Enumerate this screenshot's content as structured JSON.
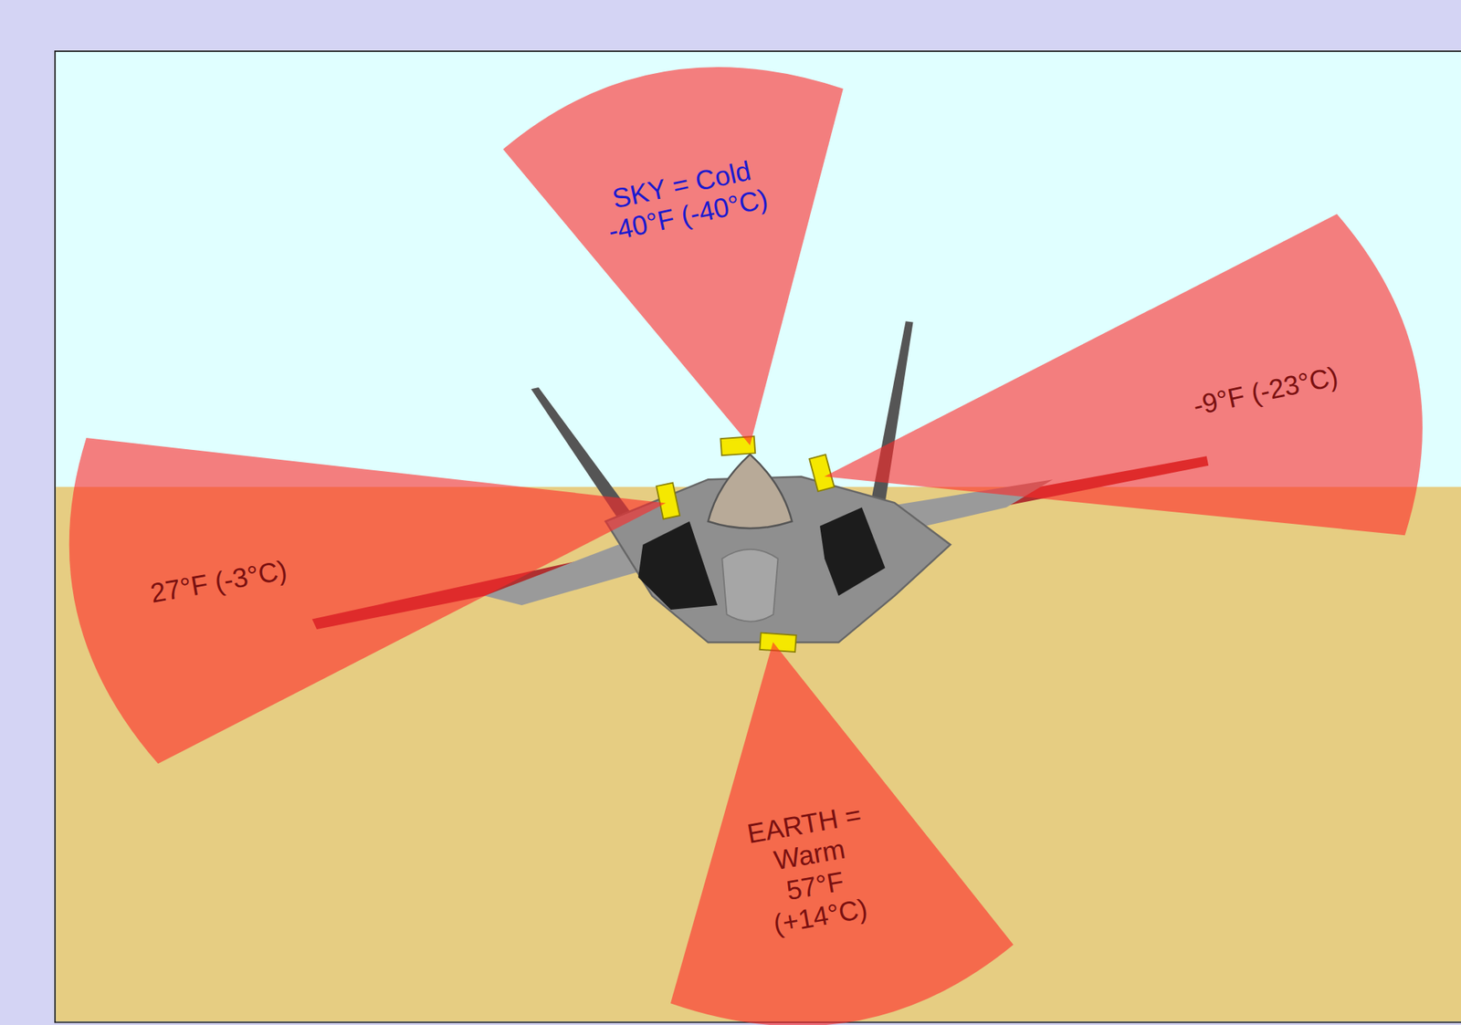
{
  "diagram": {
    "nodes": [
      {
        "text": [
          "SKY = Cold -40°F (-40°C)"
        ]
      },
      {
        "text": [
          "-9°F (-23°C)"
        ]
      },
      {
        "text": [
          "27°F (-3°C)"
        ]
      },
      {
        "text": [
          "EARTH = Warm 57°F (+14°C)"
        ]
      }
    ]
  }
}
